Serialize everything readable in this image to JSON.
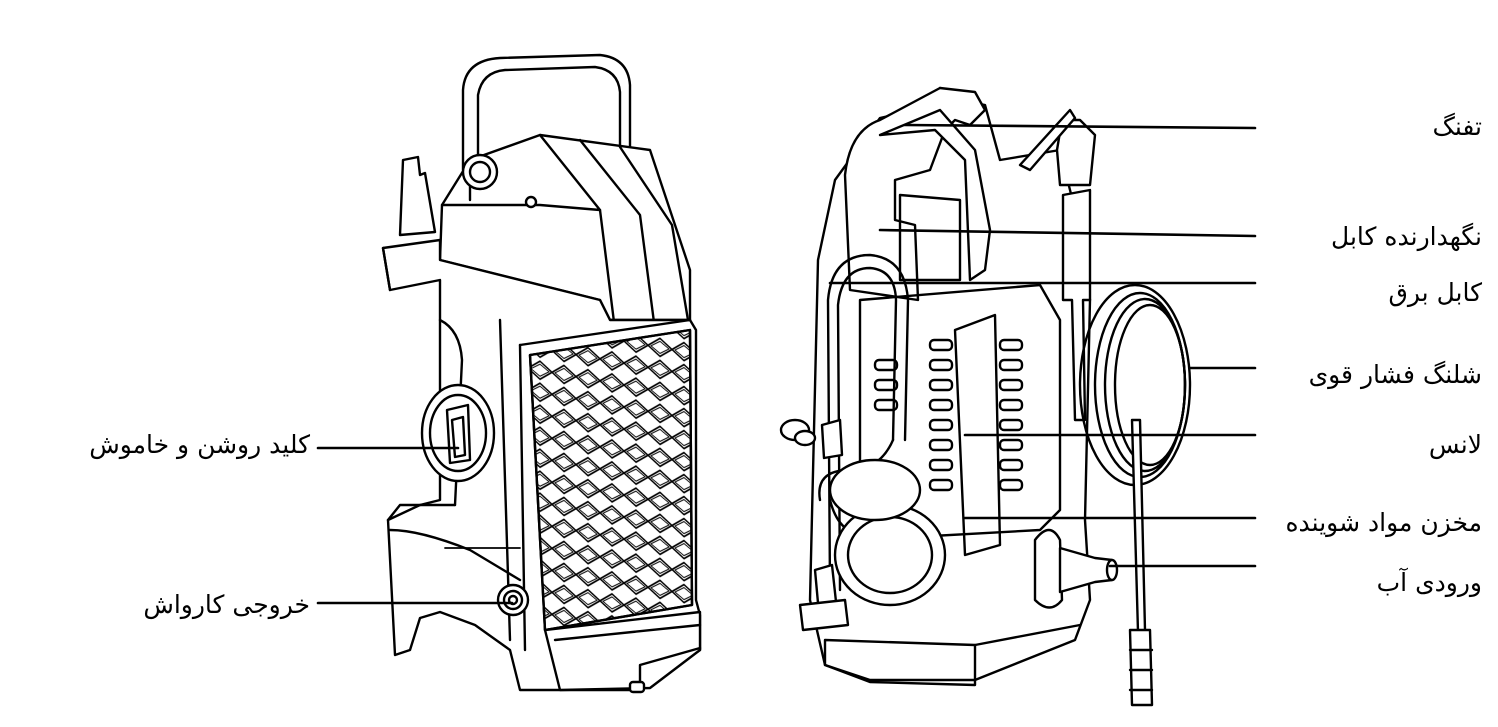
{
  "labels_left": [
    {
      "id": "power-switch",
      "text": "کلید روشن و خاموش"
    },
    {
      "id": "carwash-outlet",
      "text": "خروجی کارواش"
    }
  ],
  "labels_right": [
    {
      "id": "gun",
      "text": "تفنگ"
    },
    {
      "id": "cable-holder",
      "text": "نگهدارنده کابل"
    },
    {
      "id": "power-cable",
      "text": "کابل برق"
    },
    {
      "id": "high-pressure-hose",
      "text": "شلنگ فشار قوی"
    },
    {
      "id": "lance",
      "text": "لانس"
    },
    {
      "id": "detergent-tank",
      "text": "مخزن مواد شوینده"
    },
    {
      "id": "water-inlet",
      "text": "ورودی آب"
    }
  ]
}
